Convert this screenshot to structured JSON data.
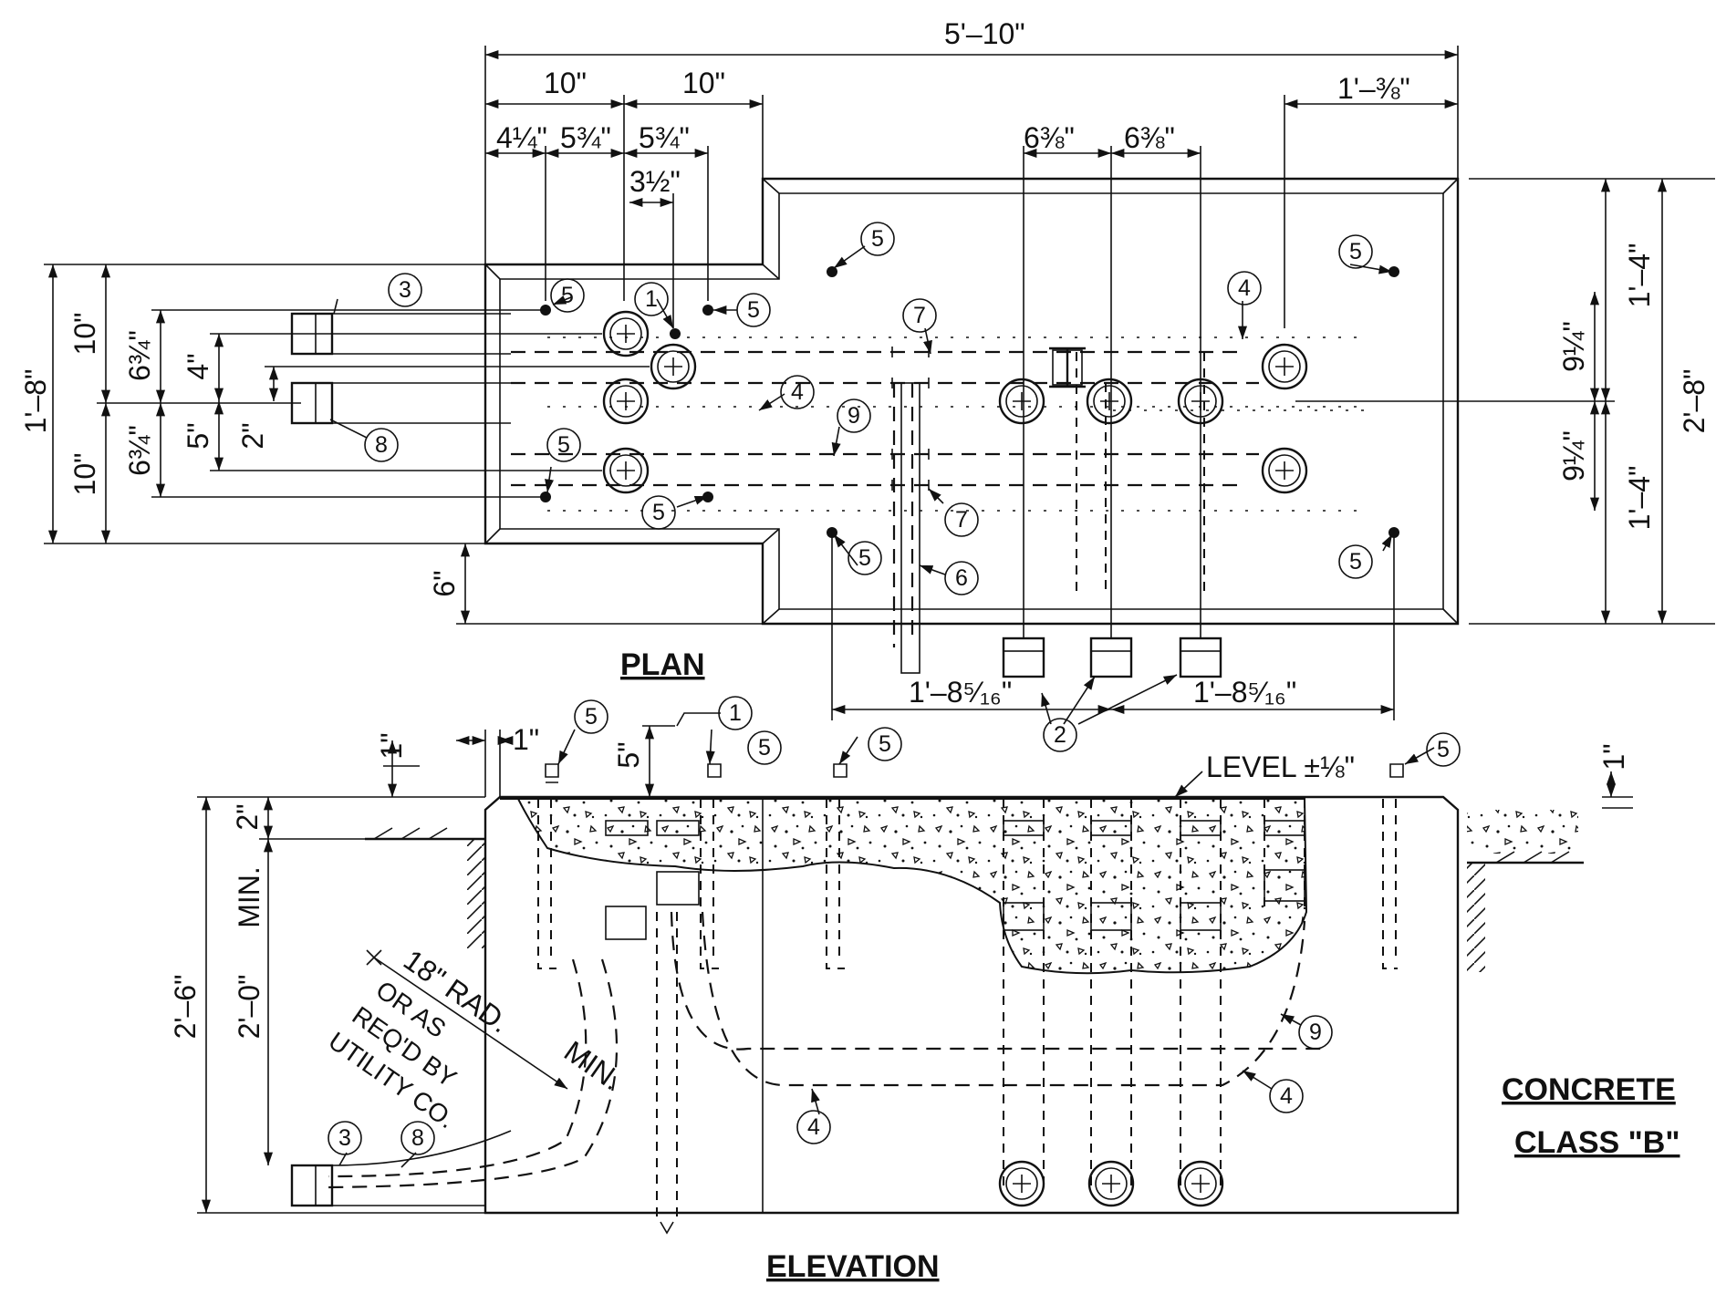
{
  "titles": {
    "plan": "PLAN",
    "elevation": "ELEVATION",
    "concrete_line1": "CONCRETE",
    "concrete_line2": "CLASS \"B\""
  },
  "plan_dimensions": {
    "overall_width": "5'–10\"",
    "left_10a": "10\"",
    "left_10b": "10\"",
    "d_4_1_4": "4¼\"",
    "d_5_3_4a": "5¾\"",
    "d_5_3_4b": "5¾\"",
    "d_3_1_2": "3½\"",
    "d_6_3_8a": "6⅜\"",
    "d_6_3_8b": "6⅜\"",
    "d_1_3_8": "1'–⅜\"",
    "left_total": "1'–8\"",
    "left_upper": "10\"",
    "left_lower": "10\"",
    "d_6_3_4a": "6¾\"",
    "d_6_3_4b": "6¾\"",
    "d_4": "4\"",
    "d_5": "5\"",
    "d_2": "2\"",
    "d_6": "6\"",
    "right_total": "2'–8\"",
    "right_upper": "1'–4\"",
    "right_lower": "1'–4\"",
    "d_9_1_4a": "9¼\"",
    "d_9_1_4b": "9¼\"",
    "bottom_left": "1'–8⁵⁄₁₆\"",
    "bottom_right": "1'–8⁵⁄₁₆\""
  },
  "elevation_dimensions": {
    "d_1a": "1\"",
    "d_1b": "1\"",
    "d_1c": "1\"",
    "d_5": "5\"",
    "d_2": "2\"",
    "total": "2'–6\"",
    "min_depth": "2'–0\"",
    "min_label": "MIN.",
    "level": "LEVEL ±⅛\"",
    "radius": "18\" RAD.",
    "radius_min": "MIN.",
    "utility_1": "OR AS",
    "utility_2": "REQ'D BY",
    "utility_3": "UTILITY CO."
  },
  "callouts": {
    "c1": "1",
    "c2": "2",
    "c3": "3",
    "c4": "4",
    "c5": "5",
    "c6": "6",
    "c7": "7",
    "c8": "8",
    "c9": "9"
  }
}
